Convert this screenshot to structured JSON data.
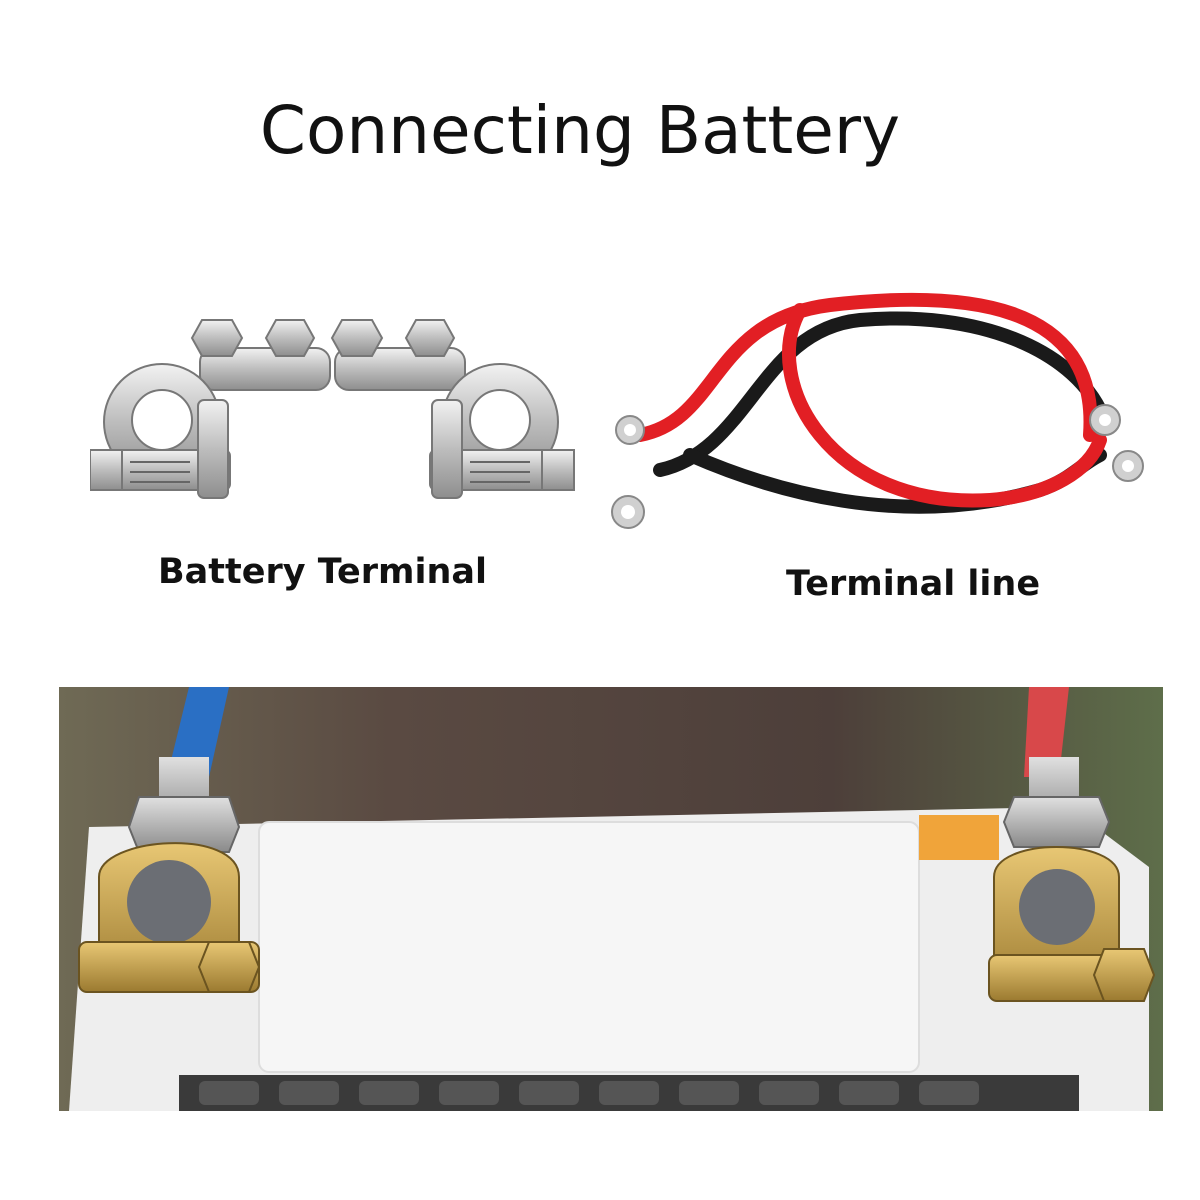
{
  "title": "Connecting Battery",
  "captions": {
    "battery_terminal": "Battery Terminal",
    "terminal_line": "Terminal line"
  },
  "colors": {
    "text": "#111111",
    "wire_red": "#e21f24",
    "wire_black": "#1a1a1a",
    "metal": "#c8c8c8",
    "brass": "#c9a24a",
    "cable_blue": "#2a6fc4",
    "battery_top": "#ececec",
    "background_photo": "#5c4a40"
  },
  "icons": [
    "battery-terminal-clamp-icon",
    "terminal-cable-icon",
    "battery-photo"
  ]
}
